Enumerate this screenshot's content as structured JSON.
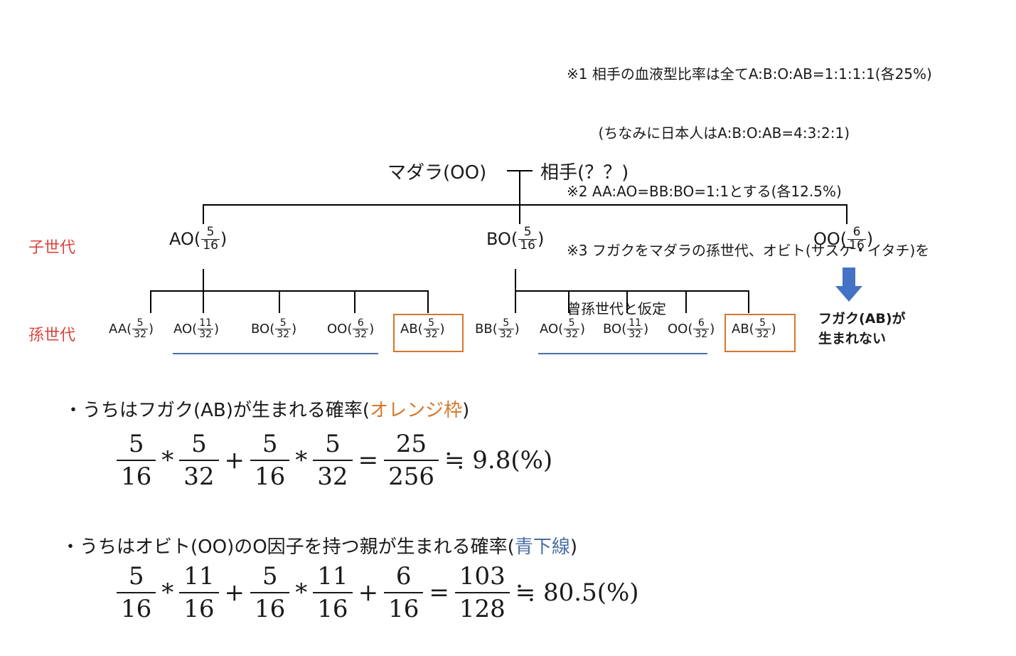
{
  "notes": [
    "※1 相手の血液型比率は全てA:B:O:AB=1:1:1:1(各25%)",
    "       (ちなみに日本人はA:B:O:AB=4:3:2:1)",
    "※2 AA:AO=BB:BO=1:1とする(各12.5%)",
    "※3 フガクをマダラの孫世代、オビト(サスケ・イタチ)を",
    "曾孫世代と仮定"
  ],
  "root": {
    "left": "マダラ(OO)",
    "right": "相手(？？)"
  },
  "labels": {
    "child_gen": "子世代",
    "grandchild_gen": "孫世代"
  },
  "children": [
    {
      "prefix": "AO(",
      "num": "5",
      "den": "16",
      "suffix": ")"
    },
    {
      "prefix": "BO(",
      "num": "5",
      "den": "16",
      "suffix": ")"
    },
    {
      "prefix": "OO(",
      "num": "6",
      "den": "16",
      "suffix": ")"
    }
  ],
  "grandchildren": [
    {
      "prefix": "AA(",
      "num": "5",
      "den": "32",
      "suffix": ")"
    },
    {
      "prefix": "AO(",
      "num": "11",
      "den": "32",
      "suffix": ")"
    },
    {
      "prefix": "BO(",
      "num": "5",
      "den": "32",
      "suffix": ")"
    },
    {
      "prefix": "OO(",
      "num": "6",
      "den": "32",
      "suffix": ")"
    },
    {
      "prefix": "AB(",
      "num": "5",
      "den": "32",
      "suffix": ")"
    },
    {
      "prefix": "BB(",
      "num": "5",
      "den": "32",
      "suffix": ")"
    },
    {
      "prefix": "AO(",
      "num": "5",
      "den": "32",
      "suffix": ")"
    },
    {
      "prefix": "BO(",
      "num": "11",
      "den": "32",
      "suffix": ")"
    },
    {
      "prefix": "OO(",
      "num": "6",
      "den": "32",
      "suffix": ")"
    },
    {
      "prefix": "AB(",
      "num": "5",
      "den": "32",
      "suffix": ")"
    }
  ],
  "fugaku_note": "フガク(AB)が\n生まれない",
  "bullet1": {
    "text": "・うちはフガク(AB)が生まれる確率(",
    "highlight": "オレンジ枠",
    "close": ")"
  },
  "bullet2": {
    "text": "・うちはオビト(OO)のO因子を持つ親が生まれる確率(",
    "highlight": "青下線",
    "close": ")"
  },
  "equation1": [
    {
      "n": "5",
      "d": "16"
    },
    "*",
    {
      "n": "5",
      "d": "32"
    },
    "+",
    {
      "n": "5",
      "d": "16"
    },
    "*",
    {
      "n": "5",
      "d": "32"
    },
    "=",
    {
      "n": "25",
      "d": "256"
    },
    "≒ 9.8(%)"
  ],
  "equation2": [
    {
      "n": "5",
      "d": "16"
    },
    "*",
    {
      "n": "11",
      "d": "16"
    },
    "+",
    {
      "n": "5",
      "d": "16"
    },
    "*",
    {
      "n": "11",
      "d": "16"
    },
    "+",
    {
      "n": "6",
      "d": "16"
    },
    "=",
    {
      "n": "103",
      "d": "128"
    },
    "≒ 80.5(%)"
  ],
  "colors": {
    "orange": "#d4772c",
    "blue": "#4a6fa5",
    "red": "#d9443e",
    "arrow": "#4472c4"
  }
}
